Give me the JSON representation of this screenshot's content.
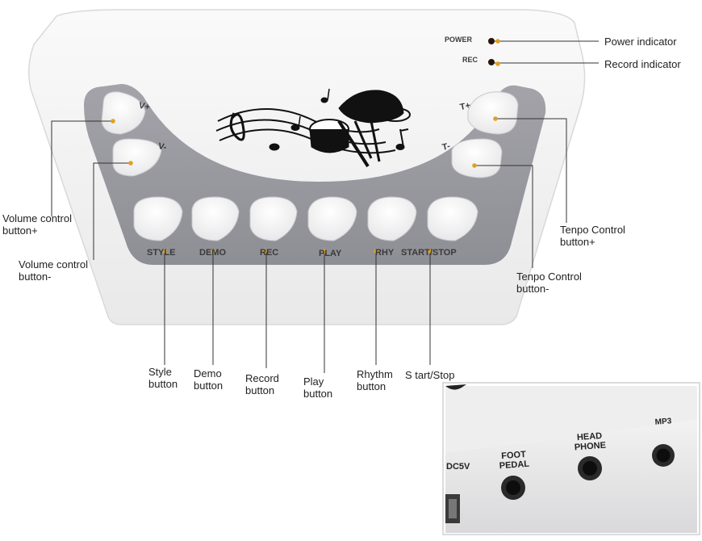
{
  "panel": {
    "indicators": {
      "power": "POWER",
      "rec": "REC"
    },
    "buttons": {
      "v_plus": "V+",
      "v_minus": "V-",
      "t_plus": "T+",
      "t_minus": "T-",
      "style": "STYLE",
      "demo": "DEMO",
      "rec": "REC",
      "play": "PLAY",
      "rhy": "RHY",
      "start_stop": "START/STOP"
    }
  },
  "callouts": {
    "power_indicator": "Power indicator",
    "record_indicator": "Record indicator",
    "volume_plus": "Volume control\nbutton+",
    "volume_minus": "Volume control\nbutton-",
    "tempo_plus": "Tenpo Control\nbutton+",
    "tempo_minus": "Tenpo Control\nbutton-",
    "style": "Style\nbutton",
    "demo": "Demo\nbutton",
    "record": "Record\nbutton",
    "play": "Play\nbutton",
    "rhythm": "Rhythm\nbutton",
    "start_stop": "S tart/Stop"
  },
  "inset": {
    "dc5v": "DC5V",
    "foot_pedal": "FOOT\nPEDAL",
    "head_phone": "HEAD\nPHONE",
    "mp3": "MP3"
  },
  "colors": {
    "panel_white": "#f4f4f4",
    "control_grey": "#9a9aa0",
    "button_white": "#fbfbfb",
    "indicator_led": "#3a1a08",
    "callout_dot": "#e0a020",
    "line": "#333333"
  }
}
